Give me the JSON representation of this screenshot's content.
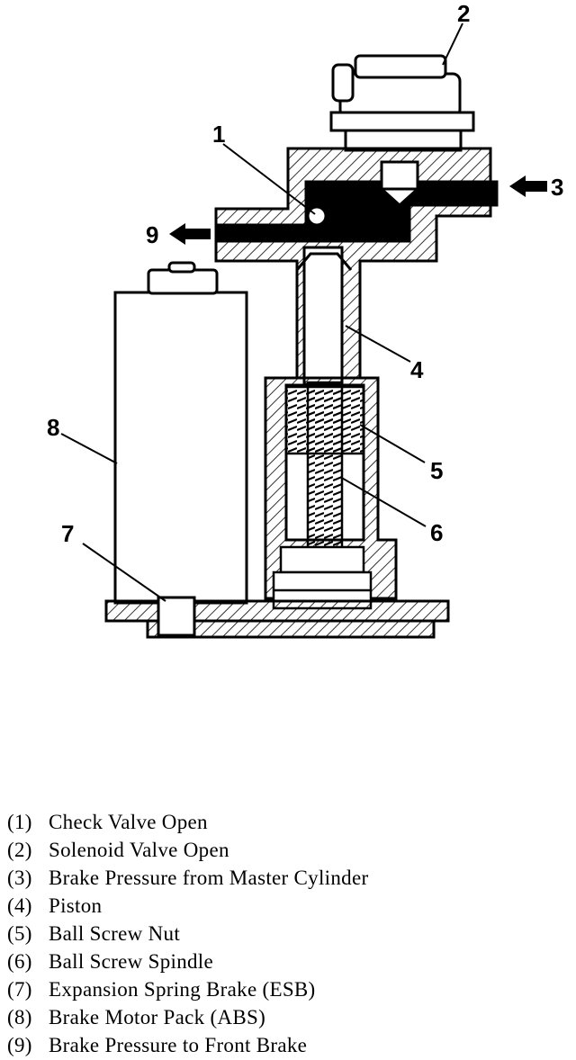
{
  "callouts": {
    "c1": "1",
    "c2": "2",
    "c3": "3",
    "c4": "4",
    "c5": "5",
    "c6": "6",
    "c7": "7",
    "c8": "8",
    "c9": "9"
  },
  "legend": [
    {
      "num": "(1)",
      "text": "Check Valve Open"
    },
    {
      "num": "(2)",
      "text": "Solenoid Valve Open"
    },
    {
      "num": "(3)",
      "text": "Brake Pressure from Master Cylinder"
    },
    {
      "num": "(4)",
      "text": "Piston"
    },
    {
      "num": "(5)",
      "text": "Ball Screw Nut"
    },
    {
      "num": "(6)",
      "text": "Ball Screw Spindle"
    },
    {
      "num": "(7)",
      "text": "Expansion Spring Brake (ESB)"
    },
    {
      "num": "(8)",
      "text": "Brake Motor Pack (ABS)"
    },
    {
      "num": "(9)",
      "text": "Brake Pressure to Front Brake"
    }
  ]
}
